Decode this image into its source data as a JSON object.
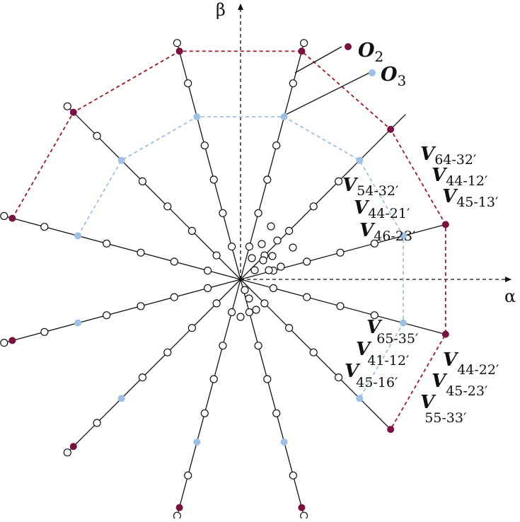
{
  "axes": {
    "alpha": "α",
    "beta": "β"
  },
  "legend": [
    {
      "main": "O",
      "sub": "2",
      "color": "#7b1040"
    },
    {
      "main": "O",
      "sub": "3",
      "color": "#9fc0e6"
    }
  ],
  "vector_labels": {
    "upper_inner": [
      {
        "main": "V",
        "sub": "54-32′"
      },
      {
        "main": "V",
        "sub": "44-21′"
      },
      {
        "main": "V",
        "sub": "46-23′"
      }
    ],
    "upper_outer": [
      {
        "main": "V",
        "sub": "64-32′"
      },
      {
        "main": "V",
        "sub": "44-12′"
      },
      {
        "main": "V",
        "sub": "45-13′"
      }
    ],
    "lower_inner": [
      {
        "main": "V",
        "sub": "65-35′"
      },
      {
        "main": "V",
        "sub": "41-12′"
      },
      {
        "main": "V",
        "sub": "45-16′"
      }
    ],
    "lower_outer": [
      {
        "main": "V",
        "sub": "44-22′"
      },
      {
        "main": "V",
        "sub": "45-23′"
      },
      {
        "main": "V",
        "sub": "55-33′"
      }
    ]
  },
  "colors": {
    "o2_dot": "#7b1040",
    "o2_boundary": "#a3181f",
    "o3_dot": "#9fc0e6",
    "o3_boundary": "#9fc0e6",
    "line": "#111111",
    "hollow_fill": "#ffffff"
  }
}
